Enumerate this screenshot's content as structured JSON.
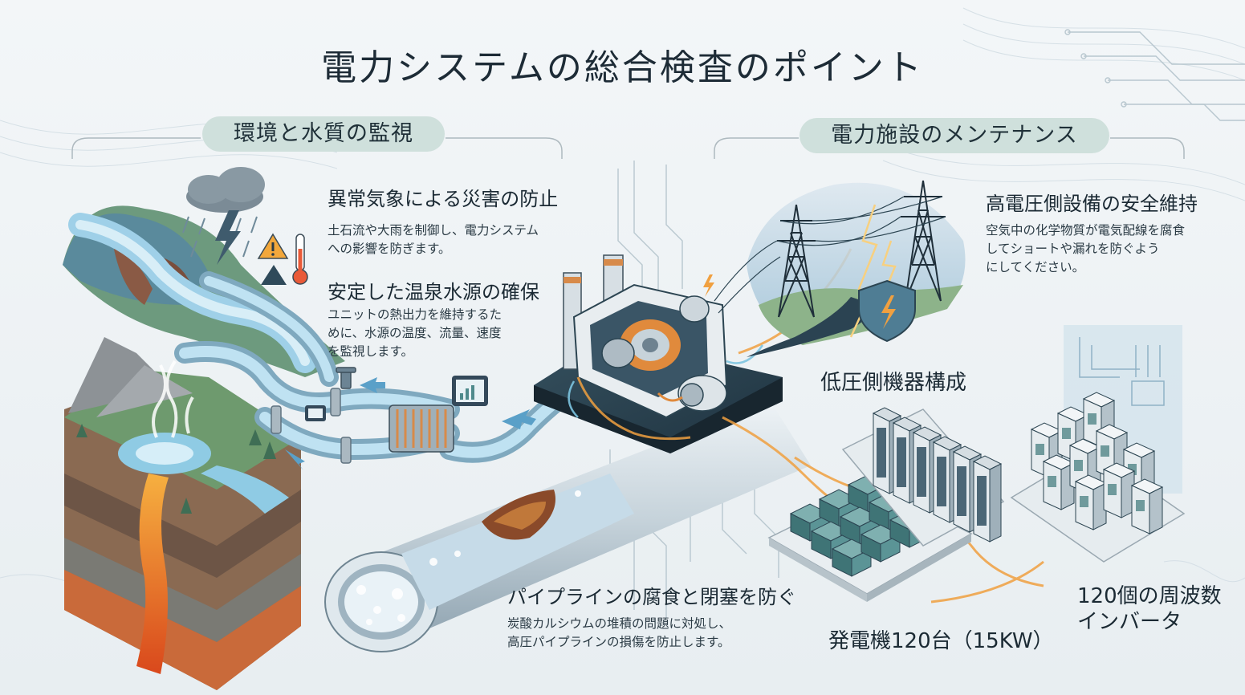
{
  "title": "電力システムの総合検査のポイント",
  "sections": {
    "left": {
      "label": "環境と水質の監視"
    },
    "right": {
      "label": "電力施設のメンテナンス"
    }
  },
  "items": {
    "disaster": {
      "heading": "異常気象による災害の防止",
      "lines": [
        "土石流や大雨を制御し、電力システム",
        "への影響を防ぎます。"
      ]
    },
    "spring": {
      "heading": "安定した温泉水源の確保",
      "lines": [
        "ユニットの熱出力を維持するた",
        "めに、水源の温度、流量、速度",
        "を監視します。"
      ]
    },
    "highvoltage": {
      "heading": "高電圧側設備の安全維持",
      "lines": [
        "空気中の化学物質が電気配線を腐食",
        "してショートや漏れを防ぐよう",
        "にしてください。"
      ]
    },
    "pipeline": {
      "heading": "パイプラインの腐食と閉塞を防ぐ",
      "lines": [
        "炭酸カルシウムの堆積の問題に対処し、",
        "高圧パイプラインの損傷を防止します。"
      ]
    },
    "lowvoltage": {
      "heading": "低圧側機器構成"
    },
    "generators": {
      "label": "発電機120台（15KW）"
    },
    "inverters": {
      "lines": [
        "120個の周波数",
        "インバータ"
      ]
    }
  },
  "icons": [
    "cloud-icon",
    "lightning-icon",
    "warning-icon",
    "thermometer-icon",
    "mountain-icon",
    "shield-icon",
    "valve-icon",
    "monitor-icon"
  ],
  "colors": {
    "background": "#eef2f4",
    "water": "#8cc8e0",
    "pipe": "#c9d5dc",
    "accent_orange": "#f0a040",
    "pill": "#cfe0dc",
    "lava": "#e8692a",
    "server": "#4f8a8c",
    "line_dark": "#2c4552"
  }
}
